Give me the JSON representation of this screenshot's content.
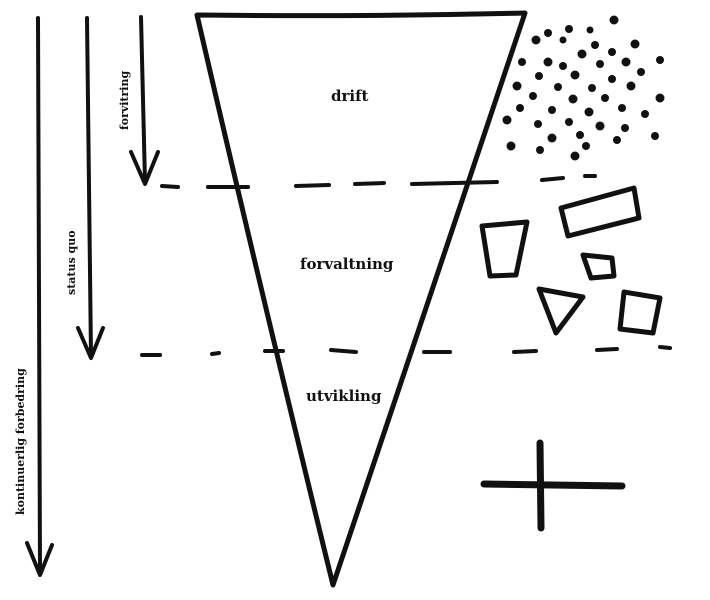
{
  "colors": {
    "ink": "#111111",
    "background": "#ffffff"
  },
  "levels": {
    "top": "drift",
    "middle": "forvaltning",
    "bottom": "utvikling"
  },
  "arrows": {
    "short": "forvitring",
    "medium": "status quo",
    "long": "kontinuerlig forbedring"
  }
}
